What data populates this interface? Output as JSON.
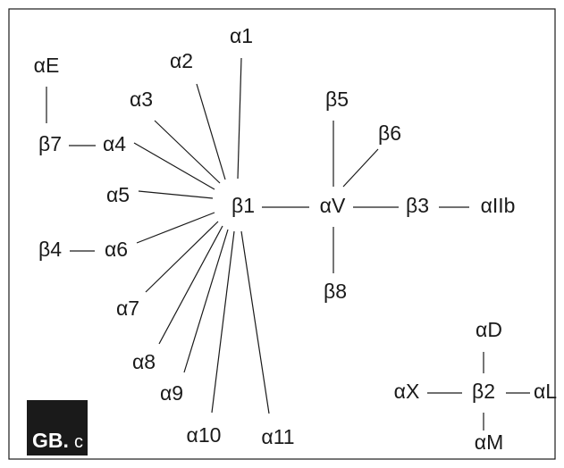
{
  "colors": {
    "ink": "#1a1a1a",
    "background": "#ffffff",
    "logo_bg": "#1a1a1a",
    "logo_text": "#ffffff"
  },
  "nodes": {
    "a1": "α1",
    "a2": "α2",
    "a3": "α3",
    "aE": "αE",
    "b7": "β7",
    "a4": "α4",
    "a5": "α5",
    "b1": "β1",
    "b4": "β4",
    "a6": "α6",
    "a7": "α7",
    "a8": "α8",
    "a9": "α9",
    "a10": "α10",
    "a11": "α11",
    "b5": "β5",
    "b6": "β6",
    "aV": "αV",
    "b3": "β3",
    "aIIb": "αIIb",
    "b8": "β8",
    "aD": "αD",
    "aX": "αX",
    "b2": "β2",
    "aL": "αL",
    "aM": "αM"
  },
  "edges": [
    [
      "aE",
      "b7"
    ],
    [
      "b7",
      "a4"
    ],
    [
      "b4",
      "a6"
    ],
    [
      "b1",
      "a1"
    ],
    [
      "b1",
      "a2"
    ],
    [
      "b1",
      "a3"
    ],
    [
      "b1",
      "a4"
    ],
    [
      "b1",
      "a5"
    ],
    [
      "b1",
      "a6"
    ],
    [
      "b1",
      "a7"
    ],
    [
      "b1",
      "a8"
    ],
    [
      "b1",
      "a9"
    ],
    [
      "b1",
      "a10"
    ],
    [
      "b1",
      "a11"
    ],
    [
      "b1",
      "aV"
    ],
    [
      "aV",
      "b5"
    ],
    [
      "aV",
      "b6"
    ],
    [
      "aV",
      "b3"
    ],
    [
      "b3",
      "aIIb"
    ],
    [
      "aV",
      "b8"
    ],
    [
      "b2",
      "aD"
    ],
    [
      "b2",
      "aX"
    ],
    [
      "b2",
      "aL"
    ],
    [
      "b2",
      "aM"
    ]
  ],
  "logo": {
    "main": "GB.",
    "suffix": "c"
  }
}
